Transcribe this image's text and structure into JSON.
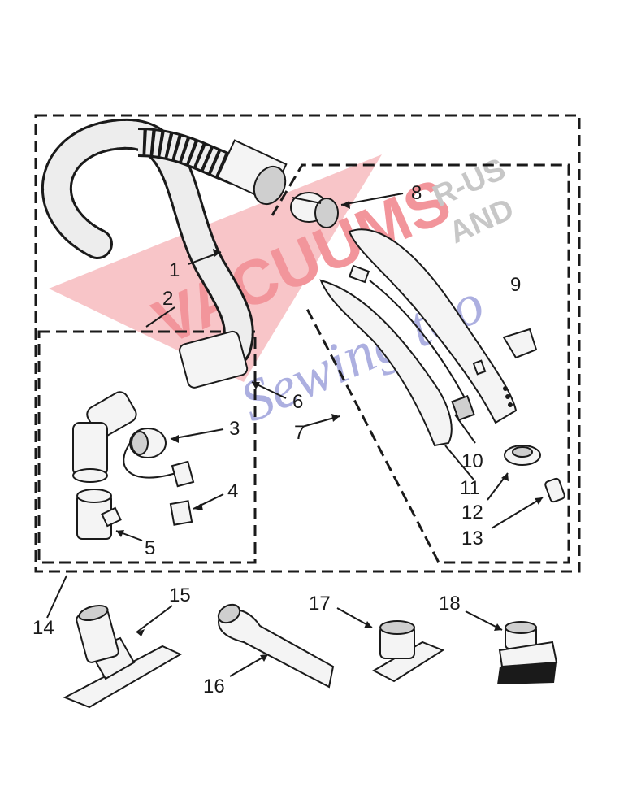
{
  "watermark": {
    "line1": "VACUUMS",
    "line2": "R-US",
    "line3": "AND",
    "line4": "Sewing too",
    "colors": {
      "red": "#e8404a",
      "blue": "#6a6fc8"
    }
  },
  "callouts": [
    {
      "id": "1",
      "label": "1"
    },
    {
      "id": "2",
      "label": "2"
    },
    {
      "id": "3",
      "label": "3"
    },
    {
      "id": "4",
      "label": "4"
    },
    {
      "id": "5",
      "label": "5"
    },
    {
      "id": "6",
      "label": "6"
    },
    {
      "id": "7",
      "label": "7"
    },
    {
      "id": "8",
      "label": "8"
    },
    {
      "id": "9",
      "label": "9"
    },
    {
      "id": "10",
      "label": "10"
    },
    {
      "id": "11",
      "label": "11"
    },
    {
      "id": "12",
      "label": "12"
    },
    {
      "id": "13",
      "label": "13"
    },
    {
      "id": "14",
      "label": "14"
    },
    {
      "id": "15",
      "label": "15"
    },
    {
      "id": "16",
      "label": "16"
    },
    {
      "id": "17",
      "label": "17"
    },
    {
      "id": "18",
      "label": "18"
    }
  ]
}
